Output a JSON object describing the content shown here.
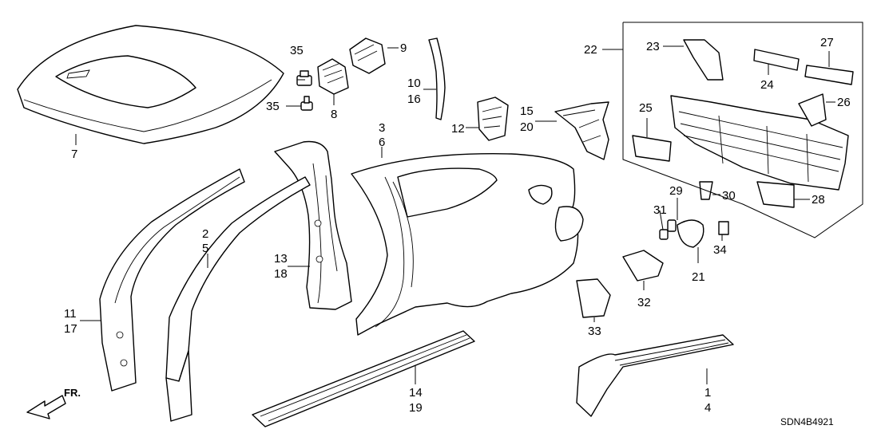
{
  "diagram_code": "SDN4B4921",
  "direction_label": "FR.",
  "callouts": {
    "c1": "1",
    "c2": "2",
    "c3": "3",
    "c4": "4",
    "c5": "5",
    "c6": "6",
    "c7": "7",
    "c8": "8",
    "c9": "9",
    "c10": "10",
    "c11": "11",
    "c12": "12",
    "c13": "13",
    "c14": "14",
    "c15": "15",
    "c16": "16",
    "c17": "17",
    "c18": "18",
    "c19": "19",
    "c20": "20",
    "c21": "21",
    "c22": "22",
    "c23": "23",
    "c24": "24",
    "c25": "25",
    "c26": "26",
    "c27": "27",
    "c28": "28",
    "c29": "29",
    "c30": "30",
    "c31": "31",
    "c32": "32",
    "c33": "33",
    "c34": "34",
    "c35a": "35",
    "c35b": "35"
  }
}
